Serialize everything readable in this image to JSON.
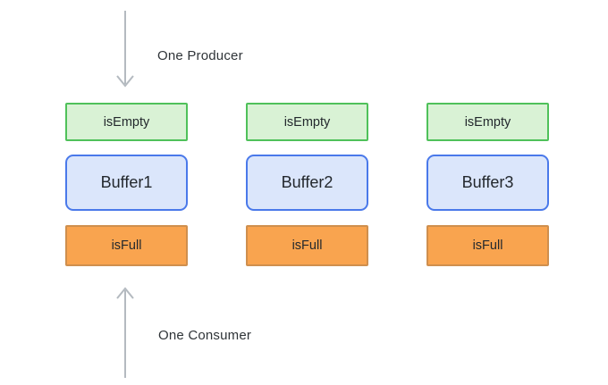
{
  "diagram": {
    "producer_label": "One Producer",
    "consumer_label": "One Consumer",
    "columns": [
      {
        "empty_label": "isEmpty",
        "buffer_label": "Buffer1",
        "full_label": "isFull"
      },
      {
        "empty_label": "isEmpty",
        "buffer_label": "Buffer2",
        "full_label": "isFull"
      },
      {
        "empty_label": "isEmpty",
        "buffer_label": "Buffer3",
        "full_label": "isFull"
      }
    ]
  },
  "colors": {
    "background": "#ffffff",
    "empty_fill": "#d9f2d5",
    "empty_border": "#4fc15a",
    "buffer_fill": "#dbe6fb",
    "buffer_border": "#4a79ea",
    "full_fill": "#f9a44f",
    "full_border": "#cf8f4e",
    "arrow": "#b4bac0",
    "label_text": "#2f3438",
    "box_text": "#23282d"
  }
}
